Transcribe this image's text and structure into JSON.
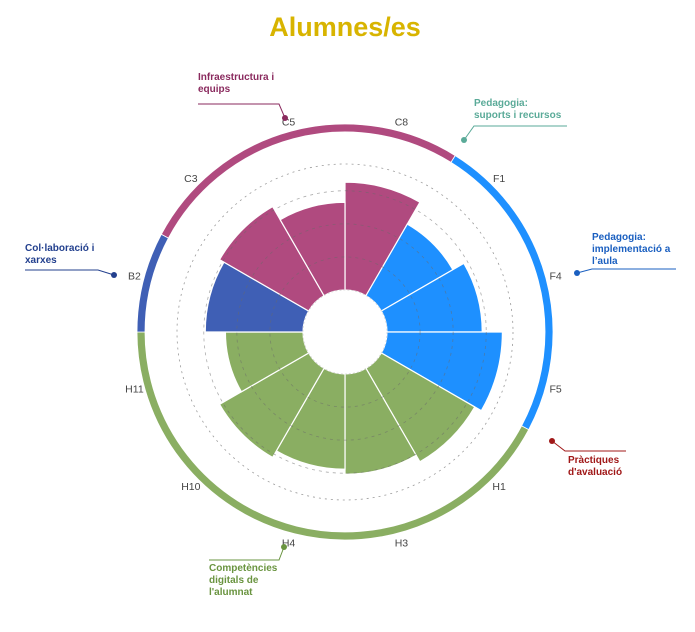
{
  "chart_data": {
    "type": "polar-bar",
    "title": "Alumnes/es",
    "title_color": "#d8b400",
    "rlim": [
      0,
      5
    ],
    "grid": true,
    "categories": [
      {
        "name": "Infraestructura i equips",
        "lines": [
          "Infraestructura i",
          "equips"
        ],
        "color": "#b04a7f",
        "label_color": "#8a2a5e",
        "items": [
          "C8",
          "C3",
          "C5"
        ],
        "arc_deg": [
          298,
          32
        ]
      },
      {
        "name": "Pedagogia: suports i recursos",
        "lines": [
          "Pedagogia:",
          "suports i recursos"
        ],
        "color": "#1e90ff",
        "label_color": "#5aaa98",
        "items": [
          "F1"
        ],
        "arc_deg": [
          32,
          118
        ]
      },
      {
        "name": "Pedagogia: implementació a l'aula",
        "lines": [
          "Pedagogia:",
          "implementació a",
          "l’aula"
        ],
        "color": "#1e90ff",
        "label_color": "#1a5fc0",
        "items": [
          "F4"
        ],
        "arc_deg": [
          32,
          118
        ]
      },
      {
        "name": "Pràctiques d'avaluació",
        "lines": [
          "Pràctiques",
          "d'avaluació"
        ],
        "color": "#1e90ff",
        "label_color": "#a01818",
        "items": [
          "F5"
        ],
        "arc_deg": [
          32,
          118
        ]
      },
      {
        "name": "Competències digitals de l'alumnat",
        "lines": [
          "Competències",
          "digitals de",
          "l'alumnat"
        ],
        "color": "#8aae62",
        "label_color": "#6a9440",
        "items": [
          "H1",
          "H3",
          "H4",
          "H10",
          "H11"
        ],
        "arc_deg": [
          118,
          270
        ]
      },
      {
        "name": "Col·laboració i xarxes",
        "lines": [
          "Col·laboració i",
          "xarxes"
        ],
        "color": "#3f5fb5",
        "label_color": "#23408e",
        "items": [
          "B2"
        ],
        "arc_deg": [
          270,
          298
        ]
      }
    ],
    "bars": [
      {
        "label": "C8",
        "value": 4.2,
        "color": "#b04a7f"
      },
      {
        "label": "F1",
        "value": 3.2,
        "color": "#1e90ff"
      },
      {
        "label": "F4",
        "value": 3.7,
        "color": "#1e90ff"
      },
      {
        "label": "F5",
        "value": 4.5,
        "color": "#1e90ff"
      },
      {
        "label": "H1",
        "value": 4.2,
        "color": "#8aae62"
      },
      {
        "label": "H3",
        "value": 3.9,
        "color": "#8aae62"
      },
      {
        "label": "H4",
        "value": 3.7,
        "color": "#8aae62"
      },
      {
        "label": "H10",
        "value": 4.0,
        "color": "#8aae62"
      },
      {
        "label": "H11",
        "value": 3.0,
        "color": "#8aae62"
      },
      {
        "label": "B2",
        "value": 3.8,
        "color": "#3f5fb5"
      },
      {
        "label": "C3",
        "value": 4.0,
        "color": "#b04a7f"
      },
      {
        "label": "C5",
        "value": 3.4,
        "color": "#b04a7f"
      }
    ],
    "tick_labels": [
      "C5",
      "C8",
      "F1",
      "F4",
      "F5",
      "H1",
      "H3",
      "H4",
      "H10",
      "H11",
      "B2",
      "C3"
    ]
  }
}
